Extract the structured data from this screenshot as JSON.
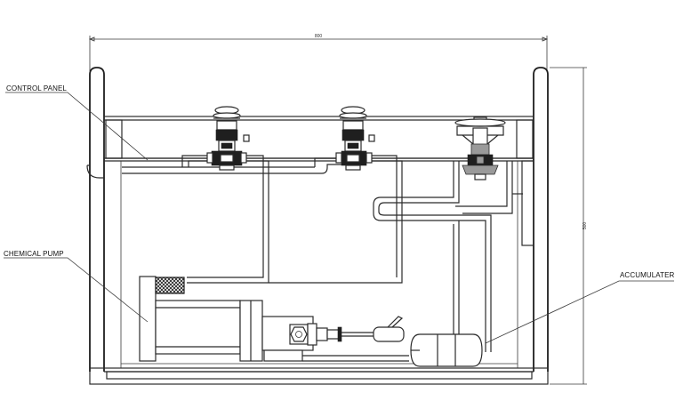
{
  "labels": {
    "control_panel": "CONTROL PANEL",
    "chemical_pump": "CHEMICAL PUMP",
    "accumulater": "ACCUMULATER"
  },
  "dimensions": {
    "width": "800",
    "height": "500"
  }
}
